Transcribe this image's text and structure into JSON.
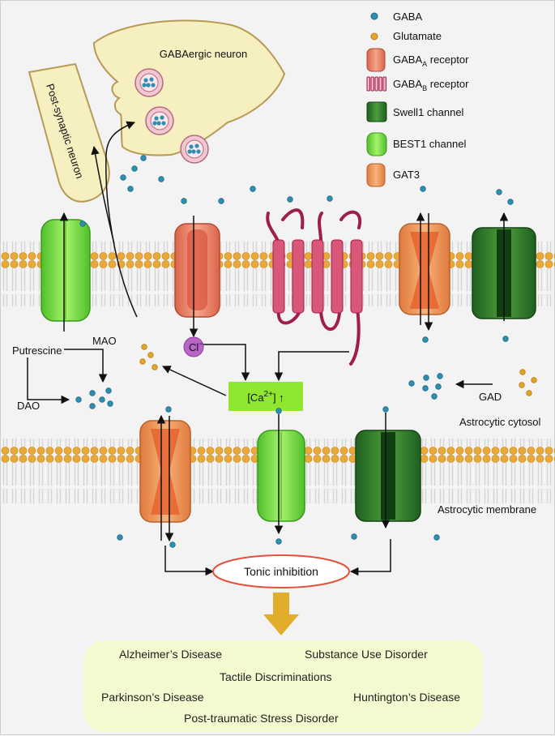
{
  "legend": {
    "gaba": "GABA",
    "glutamate": "Glutamate",
    "gabaa_main": "GABA",
    "gabaa_sub": "A",
    "gabaa_suffix": " receptor",
    "gabab_main": "GABA",
    "gabab_sub": "B",
    "gabab_suffix": " receptor",
    "swell1": "Swell1 channel",
    "best1": "BEST1 channel",
    "gat3": "GAT3"
  },
  "labels": {
    "gabaergic_neuron": "GABAergic neuron",
    "post_synaptic": "Post-synaptic neuron",
    "putrescine": "Putrescine",
    "mao": "MAO",
    "dao": "DAO",
    "chloride": "Cl",
    "chloride_sup": "−",
    "calcium_pre": "[Ca",
    "calcium_sup": "2+",
    "calcium_post": "] ↑",
    "gad": "GAD",
    "astro_cytosol": "Astrocytic cytosol",
    "astro_membrane": "Astrocytic membrane",
    "tonic": "Tonic inhibition"
  },
  "diseases": {
    "alzheimers": "Alzheimer’s Disease",
    "substance": "Substance Use Disorder",
    "tactile": "Tactile Discriminations",
    "parkinsons": "Parkinson’s Disease",
    "huntingtons": "Huntington’s Disease",
    "ptsd": "Post-traumatic Stress Disorder"
  },
  "colors": {
    "gaba": "#2f8fb0",
    "glutamate": "#e2a52a",
    "gabaa": "#e8806a",
    "gabab": "#b8335a",
    "swell1": "#2f7d2e",
    "best1": "#7fe04f",
    "gat3": "#ef8a4a",
    "calcium_box": "#8fe82f",
    "tonic_border": "#e5503a",
    "disease_bg": "#f4fad0",
    "arrow_down": "#e2ad2a"
  }
}
